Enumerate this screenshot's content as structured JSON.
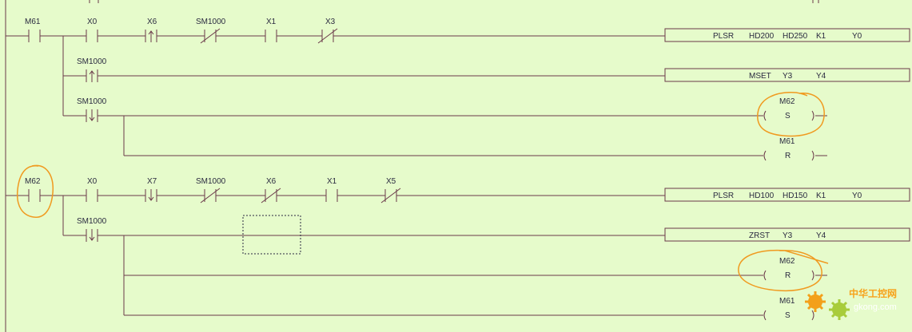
{
  "rung1": {
    "contacts": [
      "M61",
      "X0",
      "X6",
      "SM1000",
      "X1",
      "X3"
    ],
    "instruction": {
      "op": "PLSR",
      "args": [
        "HD200",
        "HD250",
        "K1",
        "Y0"
      ]
    },
    "branch1": {
      "contact": "SM1000",
      "instruction": {
        "op": "MSET",
        "args": [
          "Y3",
          "Y4"
        ]
      }
    },
    "branch2": {
      "contact": "SM1000",
      "coil1": {
        "name": "M62",
        "op": "S"
      },
      "coil2": {
        "name": "M61",
        "op": "R"
      }
    }
  },
  "rung2": {
    "contacts": [
      "M62",
      "X0",
      "X7",
      "SM1000",
      "X6",
      "X1",
      "X5"
    ],
    "instruction": {
      "op": "PLSR",
      "args": [
        "HD100",
        "HD150",
        "K1",
        "Y0"
      ]
    },
    "branch1": {
      "contact": "SM1000",
      "instruction": {
        "op": "ZRST",
        "args": [
          "Y3",
          "Y4"
        ]
      }
    },
    "coil1": {
      "name": "M62",
      "op": "R"
    },
    "coil2": {
      "name": "M61",
      "op": "S"
    }
  },
  "watermark": {
    "cn": "中华工控网",
    "url": "gkong.com"
  },
  "colors": {
    "background": "#e6fbcb",
    "wire": "#6b3a4a",
    "annotation": "#f09a20"
  }
}
